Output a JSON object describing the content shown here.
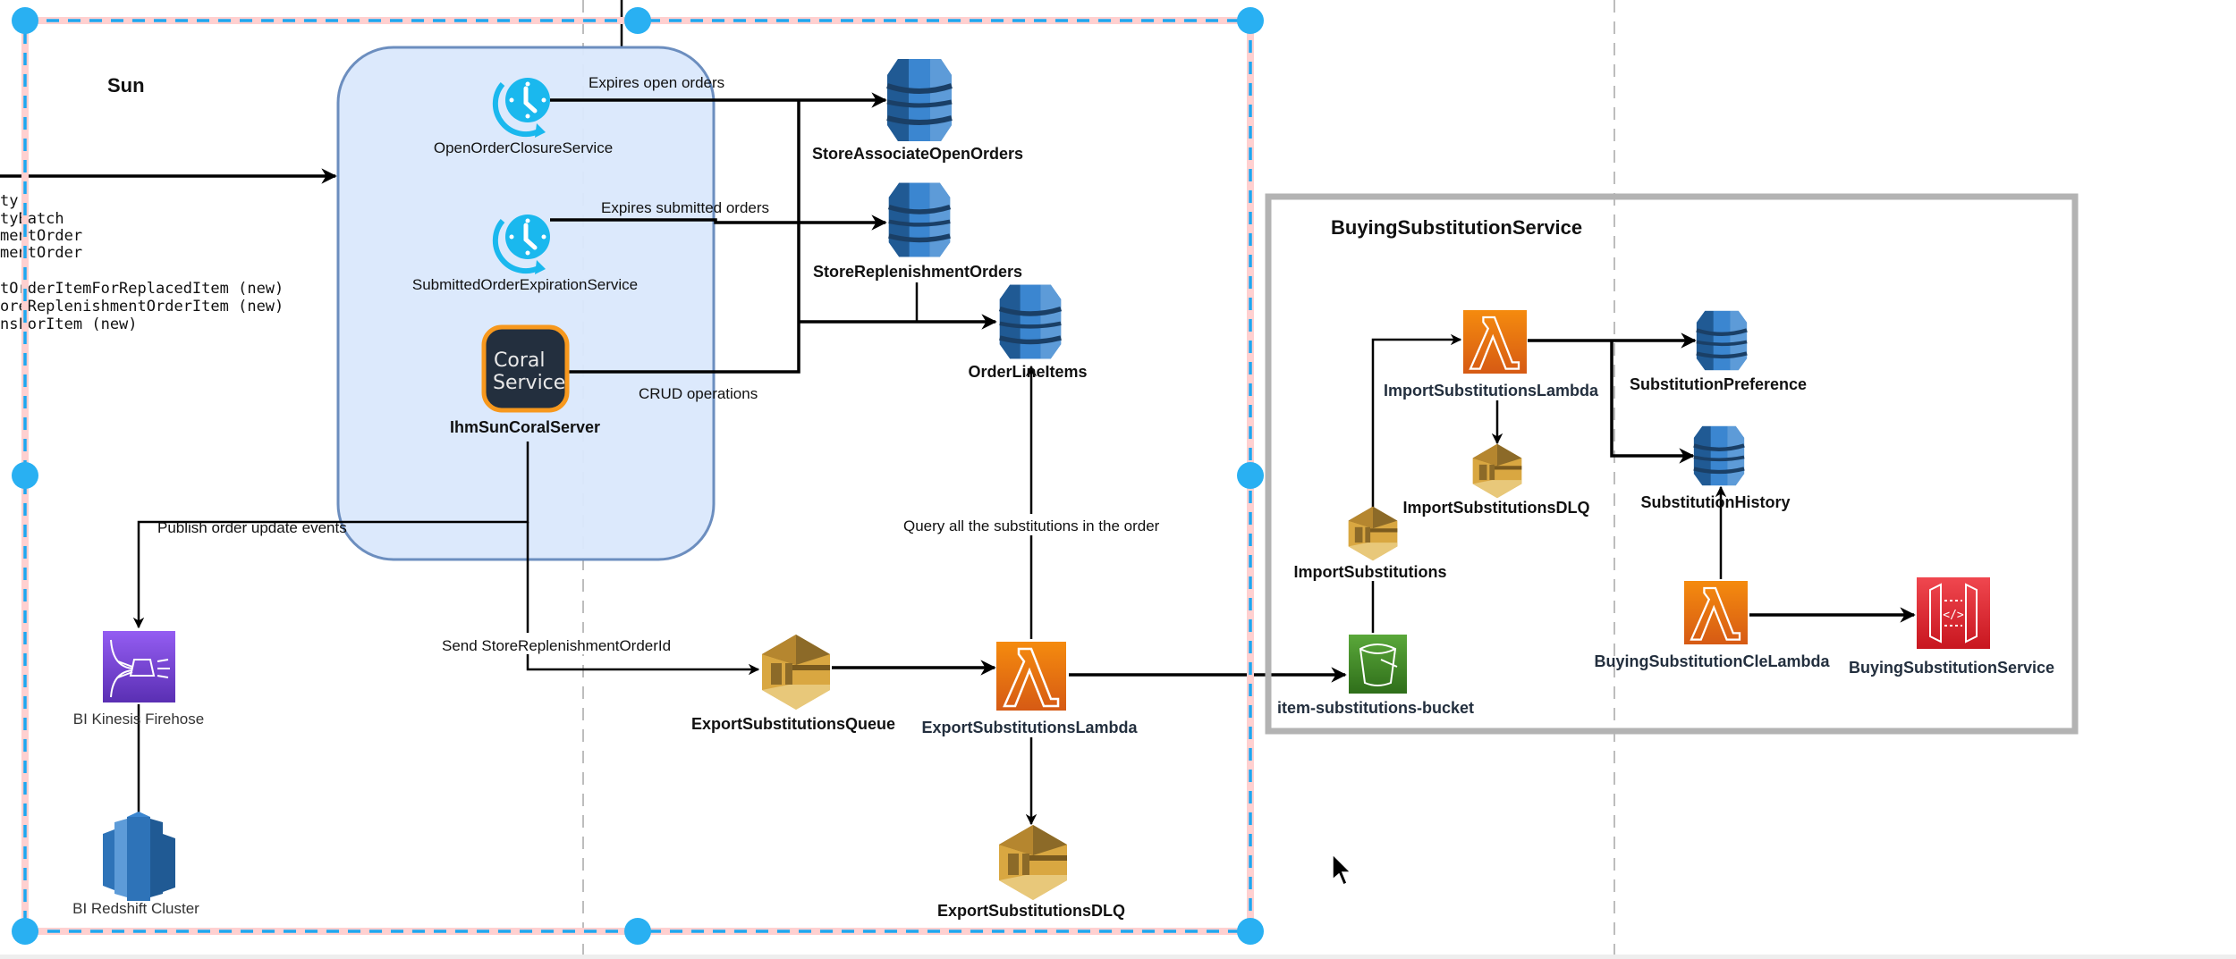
{
  "diagram": {
    "container_label": "Sun",
    "left_api_list": [
      "ty",
      "tyBatch",
      "mentOrder",
      "mentOrder",
      "",
      "tOrderItemForReplacedItem (new)",
      "oreReplenishmentOrderItem (new)",
      "nsForItem (new)"
    ],
    "nodes": {
      "open_order_closure": "OpenOrderClosureService",
      "submitted_order_expiration": "SubmittedOrderExpirationService",
      "coral_server": "IhmSunCoralServer",
      "coral_icon_line1": "Coral",
      "coral_icon_line2": "Service",
      "store_associate_open_orders": "StoreAssociateOpenOrders",
      "store_replenishment_orders": "StoreReplenishmentOrders",
      "order_line_items": "OrderLineItems",
      "kinesis_firehose": "BI Kinesis Firehose",
      "redshift_cluster": "BI Redshift Cluster",
      "export_queue": "ExportSubstitutionsQueue",
      "export_lambda": "ExportSubstitutionsLambda",
      "export_dlq": "ExportSubstitutionsDLQ",
      "bucket": "item-substitutions-bucket",
      "import_queue": "ImportSubstitutions",
      "import_lambda": "ImportSubstitutionsLambda",
      "import_dlq": "ImportSubstitutionsDLQ",
      "substitution_preference": "SubstitutionPreference",
      "substitution_history": "SubstitutionHistory",
      "cle_lambda": "BuyingSubstitutionCleLambda",
      "buying_service_api": "BuyingSubstitutionService"
    },
    "edges": {
      "expires_open": "Expires open orders",
      "expires_submitted": "Expires submitted orders",
      "crud": "CRUD operations",
      "publish_events": "Publish order update events",
      "send_id": "Send StoreReplenishmentOrderId",
      "query_subs": "Query all the substitutions in the order"
    },
    "group_title": "BuyingSubstitutionService"
  },
  "colors": {
    "selection": "#1ea7f0",
    "container_fill": "#dae8fc",
    "container_stroke": "#6c8ebf",
    "dynamodb": "#2e73b8",
    "lambda": "#e8730f",
    "sqs": "#d9a741",
    "s3": "#3f8624",
    "kinesis": "#7b3fd6",
    "api_gateway": "#d6242d",
    "clock": "#1ab8ee"
  }
}
